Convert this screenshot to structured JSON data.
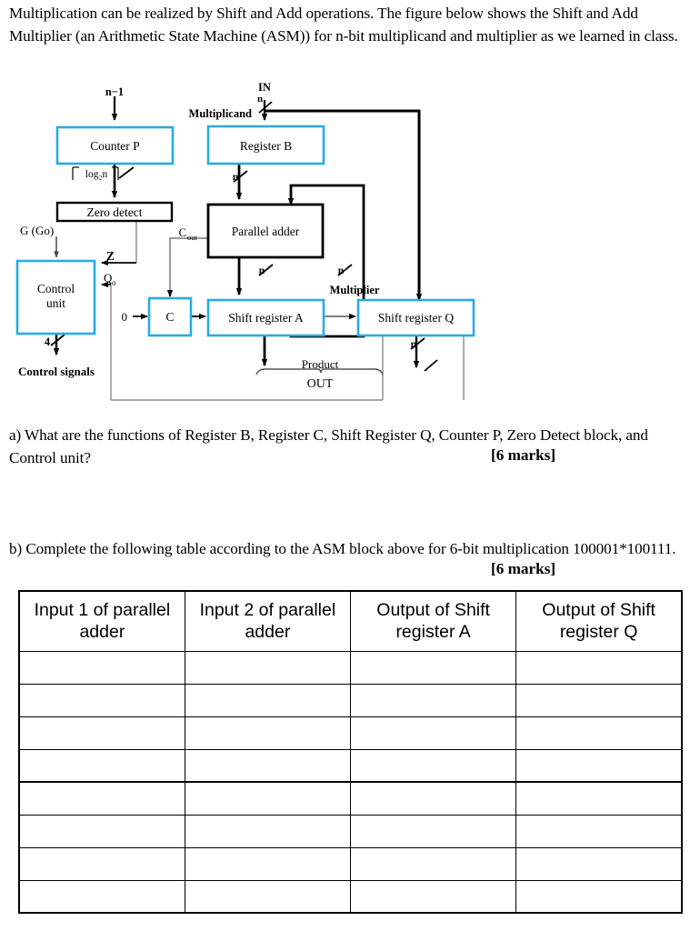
{
  "intro": {
    "paragraph": "Multiplication can be realized by Shift and Add operations. The figure below shows the Shift and Add Multiplier (an Arithmetic State Machine (ASM)) for n-bit multiplicand and multiplier as we learned in class."
  },
  "figure": {
    "title": "Shift and Add Multiplier ASM block diagram",
    "colors": {
      "register_border": "#29ABE2",
      "logic_border": "#000000",
      "wire": "#000000",
      "thin_wire": "#6f6f6f"
    },
    "blocks": [
      {
        "id": "counter-p",
        "label": "Counter P",
        "style": "register"
      },
      {
        "id": "zero-detect",
        "label": "Zero detect",
        "style": "logic"
      },
      {
        "id": "control-unit",
        "label_line1": "Control",
        "label_line2": "unit",
        "style": "register"
      },
      {
        "id": "register-b",
        "label": "Register B",
        "style": "register"
      },
      {
        "id": "parallel-adder",
        "label": "Parallel adder",
        "style": "logic"
      },
      {
        "id": "register-c",
        "label": "C",
        "style": "register"
      },
      {
        "id": "shift-register-a",
        "label": "Shift register A",
        "style": "register"
      },
      {
        "id": "shift-register-q",
        "label": "Shift register Q",
        "style": "register"
      }
    ],
    "labels": {
      "n_minus_1": "n−1",
      "in": "IN",
      "n": "n",
      "multiplicand": "Multiplicand",
      "log2n": "log₂n",
      "g_go": "G (Go)",
      "z": "Z",
      "q_sub_o": "Q",
      "q_sub_o_sub": "o",
      "four": "4",
      "control_signals": "Control signals",
      "c_out": "C",
      "c_out_sub": "out",
      "zero": "0",
      "multiplier": "Multiplier",
      "product": "Product",
      "out": "OUT"
    }
  },
  "questions": {
    "a": {
      "text": "a) What are the functions of Register B, Register C, Shift Register Q, Counter P, Zero Detect block, and Control unit?",
      "marks": "[6 marks]"
    },
    "b": {
      "text": "b) Complete the following table according to the ASM block above for 6-bit multiplication 100001*100111.",
      "marks": "[6 marks]"
    }
  },
  "table": {
    "headers": [
      "Input 1 of parallel adder",
      "Input 2 of parallel adder",
      "Output of Shift register A",
      "Output of Shift register Q"
    ],
    "rows": [
      [
        "",
        "",
        "",
        ""
      ],
      [
        "",
        "",
        "",
        ""
      ],
      [
        "",
        "",
        "",
        ""
      ],
      [
        "",
        "",
        "",
        ""
      ],
      [
        "",
        "",
        "",
        ""
      ],
      [
        "",
        "",
        "",
        ""
      ],
      [
        "",
        "",
        "",
        ""
      ],
      [
        "",
        "",
        "",
        ""
      ]
    ],
    "thick_divider_after_row": 4
  }
}
